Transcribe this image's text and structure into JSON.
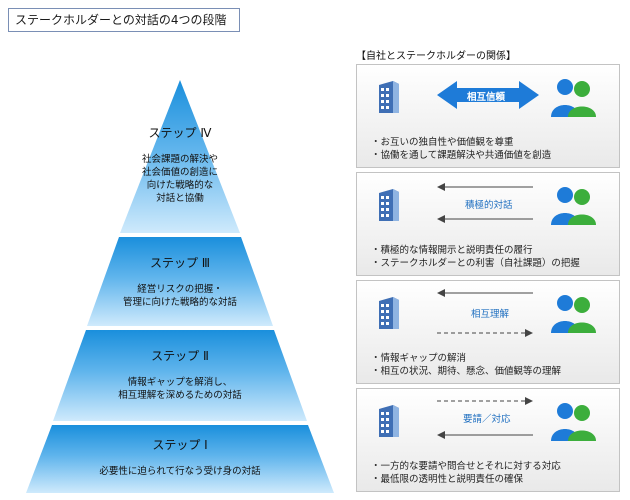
{
  "title": "ステークホルダーとの対話の4つの段階",
  "steps": [
    {
      "label": "ステップ Ⅳ",
      "desc": [
        "社会課題の解決や",
        "社会価値の創造に",
        "向けた戦略的な",
        "対話と協働"
      ]
    },
    {
      "label": "ステップ Ⅲ",
      "desc": [
        "経営リスクの把握・",
        "管理に向けた戦略的な対話"
      ]
    },
    {
      "label": "ステップ Ⅱ",
      "desc": [
        "情報ギャップを解消し、",
        "相互理解を深めるための対話"
      ]
    },
    {
      "label": "ステップ Ⅰ",
      "desc": [
        "必要性に迫られて行なう受け身の対話"
      ]
    }
  ],
  "relationship": {
    "heading": "【自社とステークホルダーの関係】",
    "panels": [
      {
        "arrow_label": "相互信頼",
        "bullets": [
          "・お互いの独自性や価値観を尊重",
          "・協働を通して課題解決や共通価値を創造"
        ]
      },
      {
        "arrow_label": "積極的対話",
        "bullets": [
          "・積極的な情報開示と説明責任の履行",
          "・ステークホルダーとの利害（自社課題）の把握"
        ]
      },
      {
        "arrow_label": "相互理解",
        "bullets": [
          "・情報ギャップの解消",
          "・相互の状況、期待、懸念、価値観等の理解"
        ]
      },
      {
        "arrow_label": "要請／対応",
        "bullets": [
          "・一方的な要請や問合せとそれに対する対応",
          "・最低限の透明性と説明責任の確保"
        ]
      }
    ]
  },
  "colors": {
    "pyramid_top": "#1a8fdc",
    "pyramid_bottom": "#c8e8fb",
    "accent_blue": "#1f6fc0",
    "people_blue": "#1e7bd8",
    "people_green": "#3cae3c",
    "building": "#4a7ec2"
  }
}
